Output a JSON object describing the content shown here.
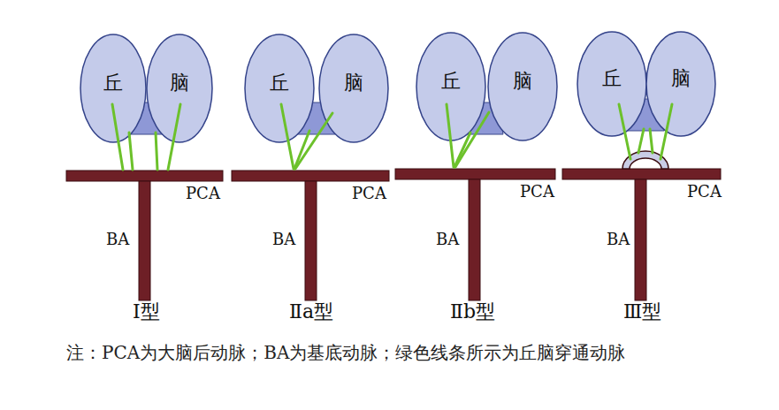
{
  "diagram": {
    "caption": "注：PCA为大脑后动脉；BA为基底动脉；绿色线条所示为丘脑穿通动脉",
    "nodes": [
      {
        "text": [
          "丘"
        ]
      },
      {
        "text": [
          "脑"
        ]
      },
      {
        "text": [
          "丘"
        ]
      },
      {
        "text": [
          "脑"
        ]
      },
      {
        "text": [
          "丘"
        ]
      },
      {
        "text": [
          "脑"
        ]
      },
      {
        "text": [
          "丘"
        ]
      },
      {
        "text": [
          "脑"
        ]
      }
    ],
    "labels": [
      "PCA",
      "BA",
      "Ⅰ型",
      "PCA",
      "BA",
      "Ⅱa型",
      "PCA",
      "BA",
      "Ⅱb型",
      "PCA",
      "BA",
      "Ⅲ型"
    ]
  }
}
